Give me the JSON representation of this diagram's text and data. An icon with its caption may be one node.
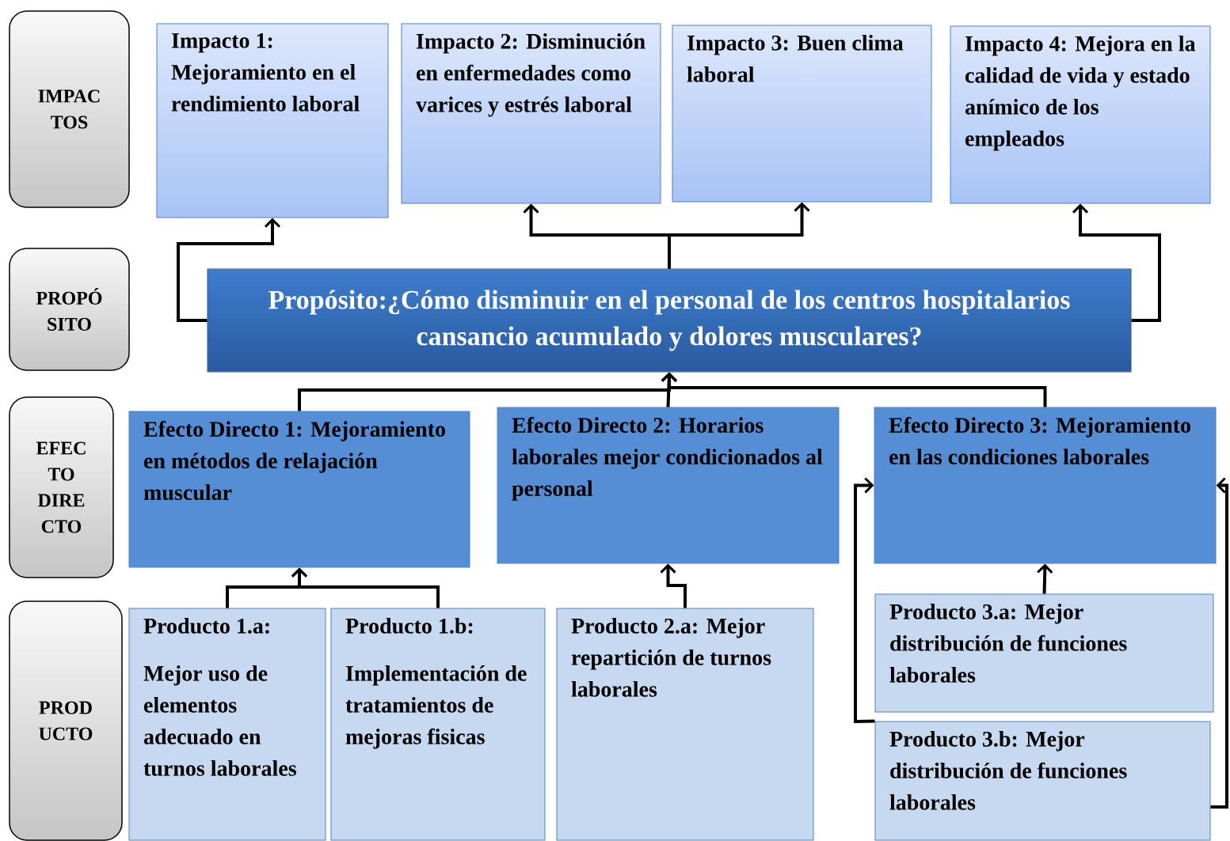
{
  "diagram": {
    "nodes": [
      {
        "text": [
          "IMPAC TOS"
        ]
      },
      {
        "text": [
          "Impacto 1: Mejoramiento en el rendimiento laboral"
        ]
      },
      {
        "text": [
          "Impacto 2: Disminución en enfermedades como varices y estrés laboral"
        ]
      },
      {
        "text": [
          "Impacto 3: Buen clima laboral"
        ]
      },
      {
        "text": [
          "Impacto 4: Mejora en la calidad de vida y estado anímico de los empleados"
        ]
      },
      {
        "text": [
          "PROPÓ SITO"
        ]
      },
      {
        "text": [
          "Propósito:¿Cómo disminuir en el personal de los centros hospitalarios cansancio acumulado y dolores musculares?"
        ]
      },
      {
        "text": [
          "EFEC TO DIRE CTO"
        ]
      },
      {
        "text": [
          "Efecto Directo 1: Mejoramiento en métodos de relajación muscular"
        ]
      },
      {
        "text": [
          "Efecto Directo 2: Horarios laborales mejor condicionados al personal"
        ]
      },
      {
        "text": [
          "Efecto Directo 3: Mejoramiento en las condiciones laborales"
        ]
      },
      {
        "text": [
          "PROD UCTO"
        ]
      },
      {
        "text": [
          "Producto 1.a:",
          "Mejor uso de elementos adecuado en turnos laborales"
        ]
      },
      {
        "text": [
          "Producto 1.b:",
          "Implementación de tratamientos de mejoras fisicas"
        ]
      },
      {
        "text": [
          "Producto 2.a: Mejor repartición de turnos laborales"
        ]
      },
      {
        "text": [
          "Producto 3.a:  Mejor distribución de funciones laborales"
        ]
      },
      {
        "text": [
          "Producto 3.b: Mejor distribución de funciones laborales"
        ]
      }
    ],
    "edges": [
      {
        "from": 6,
        "to": 1,
        "arrow": "to"
      },
      {
        "from": 6,
        "to": 2,
        "arrow": "to"
      },
      {
        "from": 6,
        "to": 3,
        "arrow": "to"
      },
      {
        "from": 6,
        "to": 4,
        "arrow": "to"
      },
      {
        "from": 8,
        "to": 6,
        "arrow": "to"
      },
      {
        "from": 9,
        "to": 6,
        "arrow": "to"
      },
      {
        "from": 10,
        "to": 6,
        "arrow": "to"
      },
      {
        "from": 12,
        "to": 8,
        "arrow": "to"
      },
      {
        "from": 13,
        "to": 8,
        "arrow": "to"
      },
      {
        "from": 14,
        "to": 9,
        "arrow": "to"
      },
      {
        "from": 15,
        "to": 10,
        "arrow": "to"
      },
      {
        "from": 16,
        "to": 10,
        "arrow": "to"
      },
      {
        "from": 16,
        "to": 10,
        "arrow": "to"
      }
    ]
  }
}
